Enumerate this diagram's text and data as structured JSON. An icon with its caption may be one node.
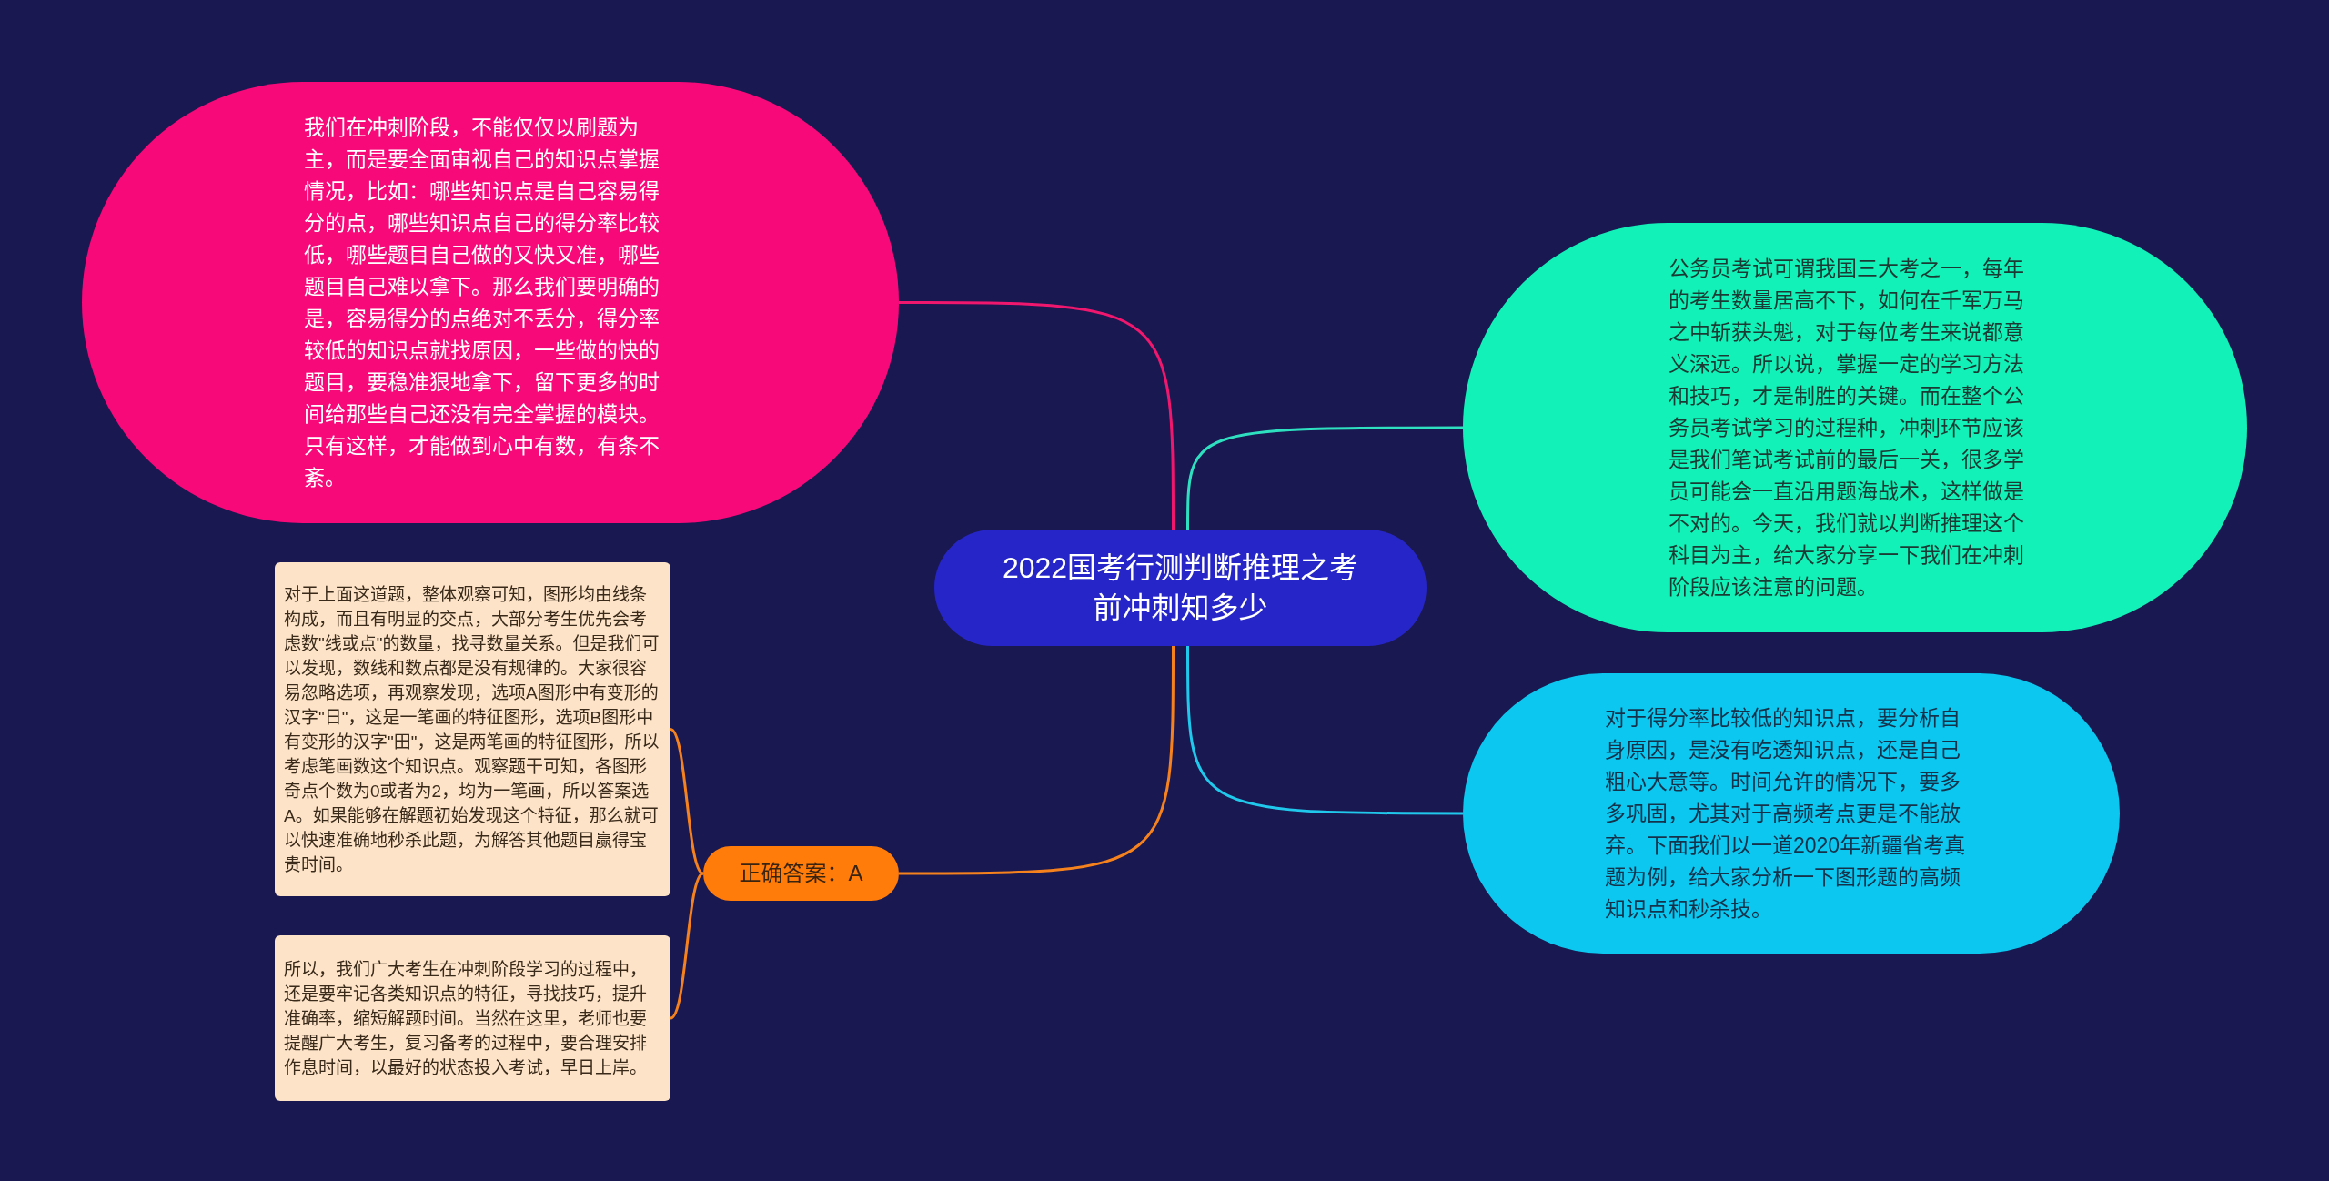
{
  "diagram": {
    "nodes": [
      {
        "text": [
          "2022国考行测判断推理之考前冲刺知多少"
        ]
      },
      {
        "text": [
          "我们在冲刺阶段，不能仅仅以刷题为主，而是要全面审视自己的知识点掌握情况，比如：哪些知识点是自己容易得分的点，哪些知识点自己的得分率比较低，哪些题目自己做的又快又准，哪些题目自己难以拿下。那么我们要明确的是，容易得分的点绝对不丢分，得分率较低的知识点就找原因，一些做的快的题目，要稳准狠地拿下，留下更多的时间给那些自己还没有完全掌握的模块。只有这样，才能做到心中有数，有条不紊。"
        ]
      },
      {
        "text": [
          "公务员考试可谓我国三大考之一，每年的考生数量居高不下，如何在千军万马之中斩获头魁，对于每位考生来说都意义深远。所以说，掌握一定的学习方法和技巧，才是制胜的关键。而在整个公务员考试学习的过程种，冲刺环节应该是我们笔试考试前的最后一关，很多学员可能会一直沿用题海战术，这样做是不对的。今天，我们就以判断推理这个科目为主，给大家分享一下我们在冲刺阶段应该注意的问题。"
        ]
      },
      {
        "text": [
          "对于得分率比较低的知识点，要分析自身原因，是没有吃透知识点，还是自己粗心大意等。时间允许的情况下，要多多巩固，尤其对于高频考点更是不能放弃。下面我们以一道2020年新疆省考真题为例，给大家分析一下图形题的高频知识点和秒杀技。"
        ]
      },
      {
        "text": [
          "正确答案：A"
        ]
      },
      {
        "text": [
          "对于上面这道题，整体观察可知，图形均由线条构成，而且有明显的交点，大部分考生优先会考虑数\"线或点\"的数量，找寻数量关系。但是我们可以发现，数线和数点都是没有规律的。大家很容易忽略选项，再观察发现，选项A图形中有变形的汉字\"日\"，这是一笔画的特征图形，选项B图形中有变形的汉字\"田\"，这是两笔画的特征图形，所以考虑笔画数这个知识点。观察题干可知，各图形奇点个数为0或者为2，均为一笔画，所以答案选A。如果能够在解题初始发现这个特征，那么就可以快速准确地秒杀此题，为解答其他题目赢得宝贵时间。"
        ]
      },
      {
        "text": [
          "所以，我们广大考生在冲刺阶段学习的过程中，还是要牢记各类知识点的特征，寻找技巧，提升准确率，缩短解题时间。当然在这里，老师也要提醒广大考生，复习备考的过程中，要合理安排作息时间，以最好的状态投入考试，早日上岸。"
        ]
      }
    ],
    "edges": [
      {
        "from": 0,
        "to": 1,
        "arrow": "none",
        "color": "#f0176e"
      },
      {
        "from": 0,
        "to": 2,
        "arrow": "none",
        "color": "#2ee0c0"
      },
      {
        "from": 0,
        "to": 3,
        "arrow": "none",
        "color": "#20c8ec"
      },
      {
        "from": 0,
        "to": 4,
        "arrow": "none"
      },
      {
        "from": 4,
        "to": 5,
        "arrow": "none"
      },
      {
        "from": 4,
        "to": 6,
        "arrow": "none"
      }
    ]
  }
}
